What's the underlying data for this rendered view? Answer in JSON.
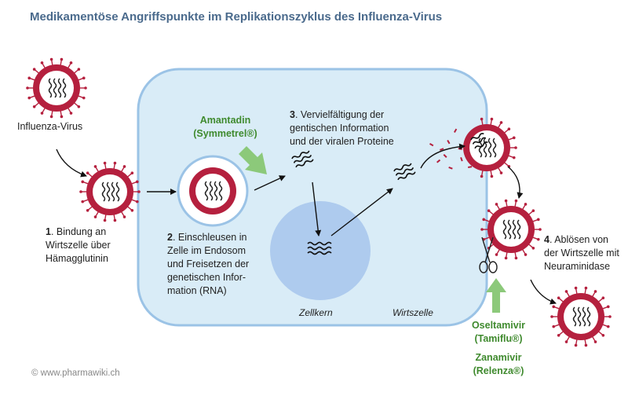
{
  "title": "Medikamentöse Angriffspunkte im Replikationszyklus des Influenza-Virus",
  "virus_label": "Influenza-Virus",
  "steps": [
    {
      "num": "1",
      "text": ". Bindung an\nWirtszelle über\nHämagglutinin"
    },
    {
      "num": "2",
      "text": ". Einschleusen in\nZelle im Endosom\nund Freisetzen der\ngenetischen Infor-\nmation (RNA)"
    },
    {
      "num": "3",
      "text": ". Vervielfältigung der\ngentischen Information\nund der viralen Proteine"
    },
    {
      "num": "4",
      "text": ". Ablösen von\nder Wirtszelle mit\nNeuraminidase"
    }
  ],
  "drugs": {
    "amantadin": "Amantadin\n(Symmetrel®)",
    "oseltamivir": "Oseltamivir\n(Tamiflu®)",
    "zanamivir": "Zanamivir\n(Relenza®)"
  },
  "labels": {
    "nucleus": "Zellkern",
    "host_cell": "Wirtszelle"
  },
  "copyright": "© www.pharmawiki.ch",
  "colors": {
    "title": "#4a6a8c",
    "cell_fill": "#d9ecf7",
    "cell_stroke": "#9bc3e6",
    "nucleus_fill": "#aecbee",
    "virus": "#b5203e",
    "drug_text": "#3f8a2e",
    "drug_arrow": "#8cc97a"
  },
  "icons": [
    "virus-icon",
    "rna-icon",
    "scissors-icon",
    "green-arrow-icon"
  ]
}
